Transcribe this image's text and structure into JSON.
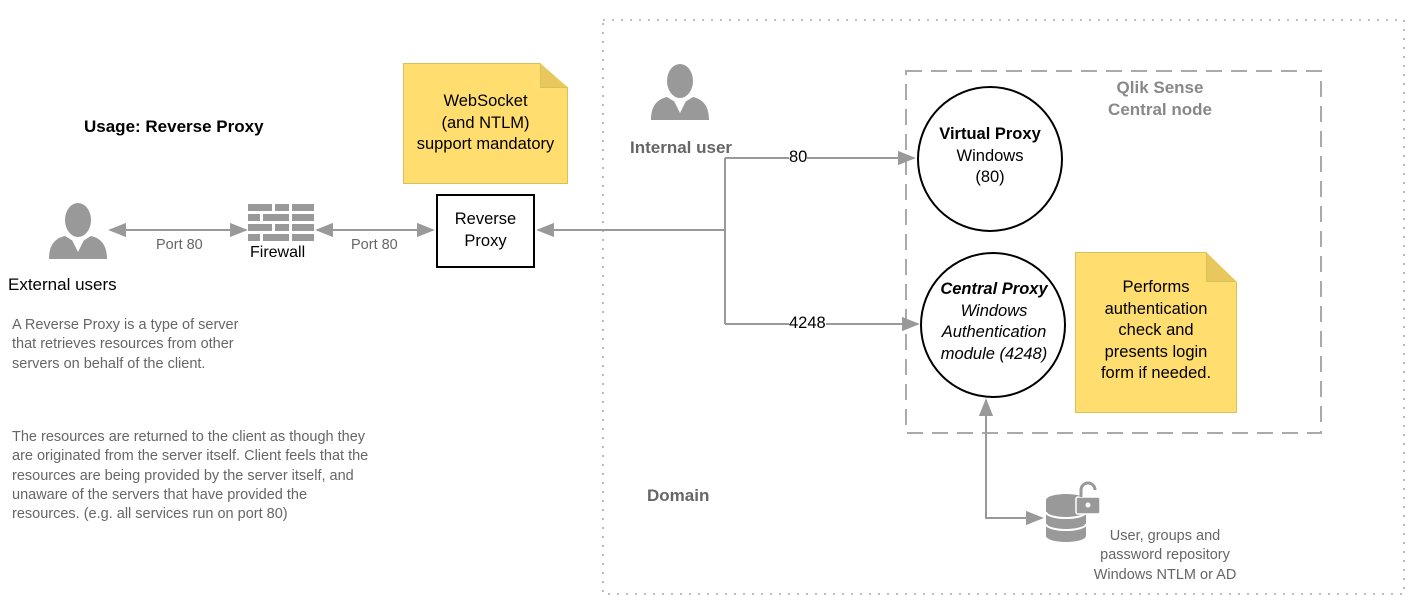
{
  "title": "Usage: Reverse Proxy",
  "external_users_label": "External users",
  "description": {
    "para1": "A Reverse Proxy is a type of server that retrieves resources from other servers on behalf of the client.",
    "para2": "The resources are returned to the client as though they are originated from the server itself. Client feels that the resources are being provided by the server itself, and unaware of the servers that have provided the resources. (e.g. all services run on port 80)"
  },
  "connections": {
    "port_left": "Port 80",
    "port_right": "Port 80",
    "to_virtual_proxy": "80",
    "to_central_proxy": "4248"
  },
  "firewall_label": "Firewall",
  "websocket_note": {
    "line1": "WebSocket",
    "line2": "(and  NTLM)",
    "line3": "support mandatory"
  },
  "reverse_proxy": {
    "line1": "Reverse",
    "line2": "Proxy"
  },
  "internal_user_label": "Internal user",
  "domain_label": "Domain",
  "central_node": {
    "line1": "Qlik Sense",
    "line2": "Central node"
  },
  "virtual_proxy": {
    "title": "Virtual Proxy",
    "line2": "Windows",
    "line3": "(80)"
  },
  "central_proxy": {
    "title": "Central Proxy",
    "line2": "Windows",
    "line3": "Authentication",
    "line4": "module (4248)"
  },
  "auth_note": {
    "line1": "Performs",
    "line2": "authentication",
    "line3": "check and",
    "line4": "presents login",
    "line5": "form if needed."
  },
  "repository": {
    "line1": "User, groups and",
    "line2": "password repository",
    "line3": "Windows NTLM or AD"
  },
  "icons": [
    "user-icon",
    "firewall-icon",
    "database-lock-icon"
  ],
  "colors": {
    "note_fill": "#ffdd6e",
    "connector": "#999999",
    "muted_text": "#666666"
  }
}
